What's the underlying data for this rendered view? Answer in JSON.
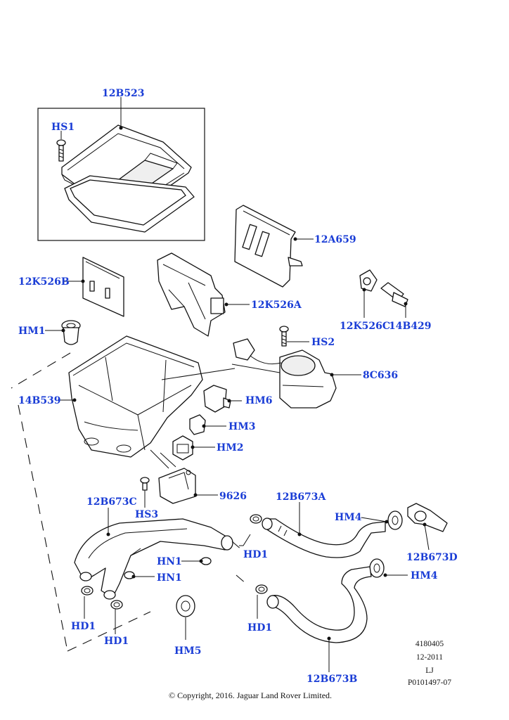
{
  "callouts": {
    "c12B523": "12B523",
    "cHS1": "HS1",
    "c12A659": "12A659",
    "c12K526B": "12K526B",
    "c12K526A": "12K526A",
    "c12K526C": "12K526C",
    "c14B429": "14B429",
    "cHM1": "HM1",
    "cHS2": "HS2",
    "c8C636": "8C636",
    "c14B539": "14B539",
    "cHM6": "HM6",
    "cHM3": "HM3",
    "cHM2": "HM2",
    "c9626": "9626",
    "cHS3": "HS3",
    "c12B673C": "12B673C",
    "c12B673A": "12B673A",
    "cHM4a": "HM4",
    "cHM4b": "HM4",
    "c12B673D": "12B673D",
    "cHD1a": "HD1",
    "cHD1b": "HD1",
    "cHD1c": "HD1",
    "cHD1d": "HD1",
    "cHN1a": "HN1",
    "cHN1b": "HN1",
    "cHM5": "HM5",
    "c12B673B": "12B673B"
  },
  "meta": {
    "line1": "4180405",
    "line2": "12-2011",
    "line3": "LJ",
    "line4": "P0101497-07"
  },
  "copyright": "© Copyright, 2016. Jaguar Land Rover Limited.",
  "colors": {
    "callout": "#1a3dd6",
    "line": "#111111"
  }
}
